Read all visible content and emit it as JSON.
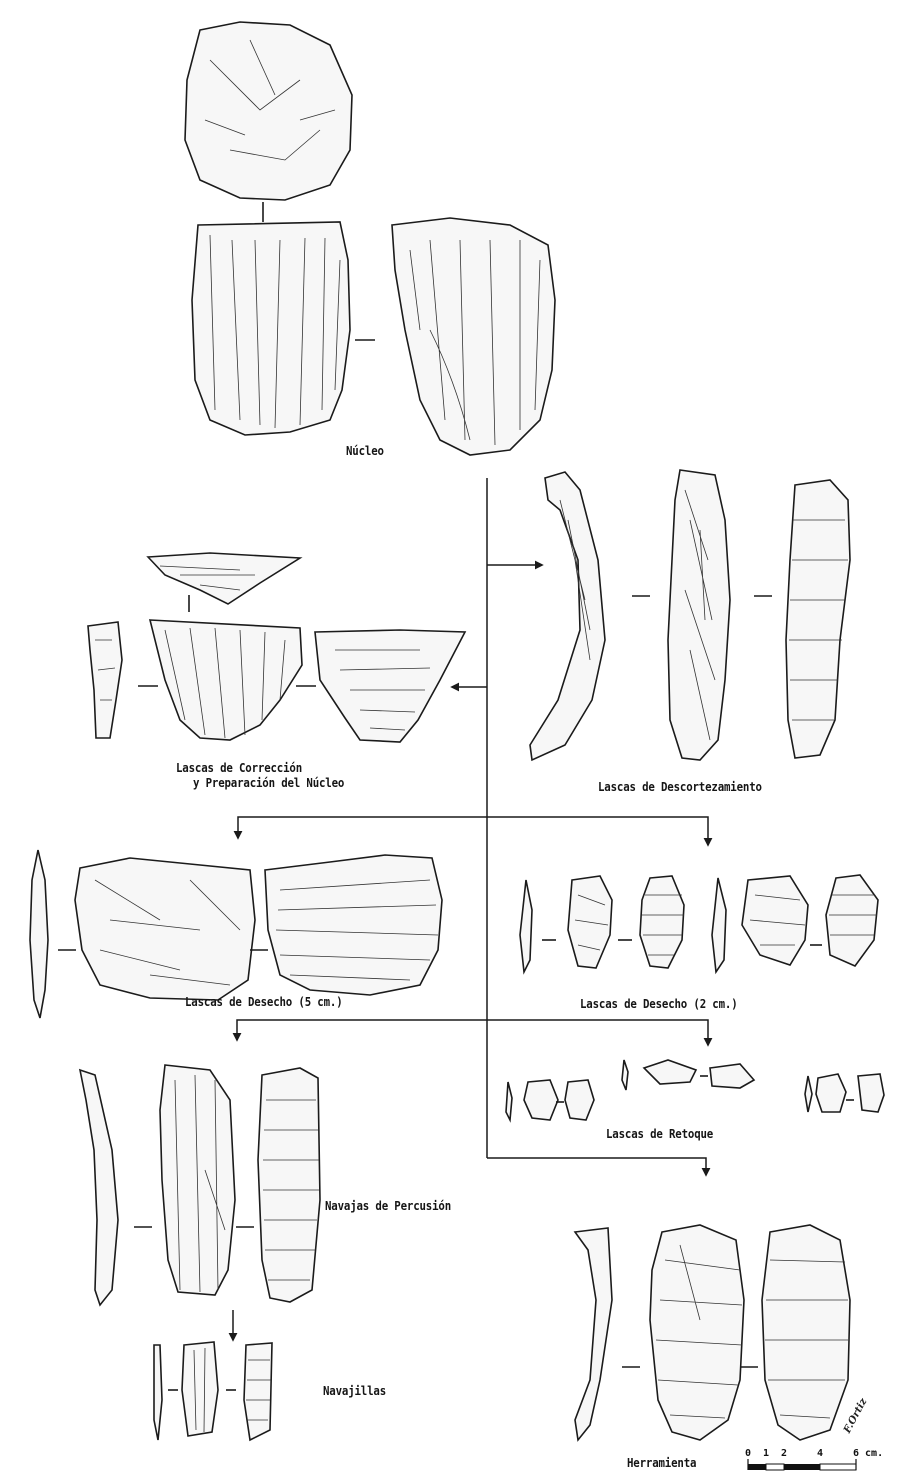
{
  "labels": {
    "nucleo": "Núcleo",
    "correccion_1": "Lascas de Corrección",
    "correccion_2": "y Preparación del Núcleo",
    "descortezamiento": "Lascas de Descortezamiento",
    "desecho_5": "Lascas de Desecho (5 cm.)",
    "desecho_2": "Lascas de Desecho (2 cm.)",
    "retoque": "Lascas de Retoque",
    "navajas": "Navajas de Percusión",
    "navajillas": "Navajillas",
    "herramienta": "Herramienta"
  },
  "scale": {
    "ticks": [
      "0",
      "1",
      "2",
      "4",
      "6 cm."
    ]
  },
  "signature": "F.Ortiz",
  "colors": {
    "ink": "#1b1b1b",
    "paper": "#ffffff",
    "fill": "#f7f7f7"
  }
}
